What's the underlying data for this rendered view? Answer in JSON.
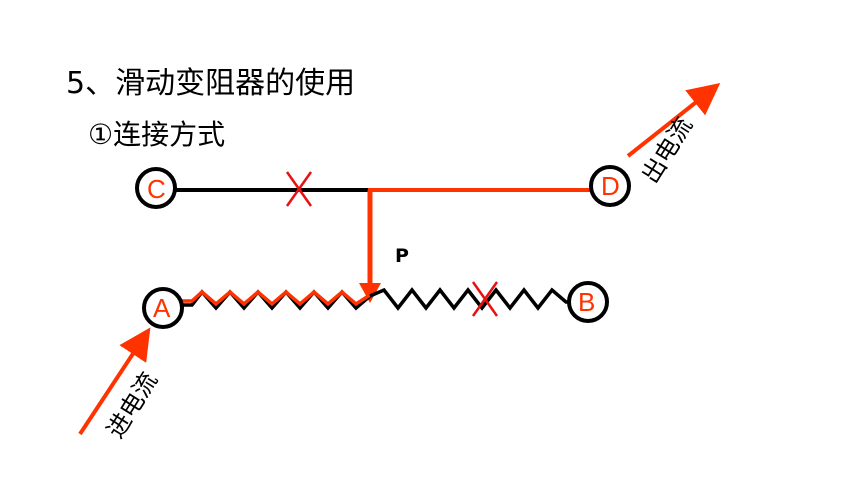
{
  "title": "5、滑动变阻器的使用",
  "subtitle": "①连接方式",
  "diagram": {
    "terminals": {
      "A": "A",
      "B": "B",
      "C": "C",
      "D": "D"
    },
    "slider_label": "P",
    "in_current_label": "进电流",
    "out_current_label": "出电流",
    "colors": {
      "current_path": "#ff3300",
      "wire": "#000000",
      "cross_mark": "#e81010"
    }
  }
}
